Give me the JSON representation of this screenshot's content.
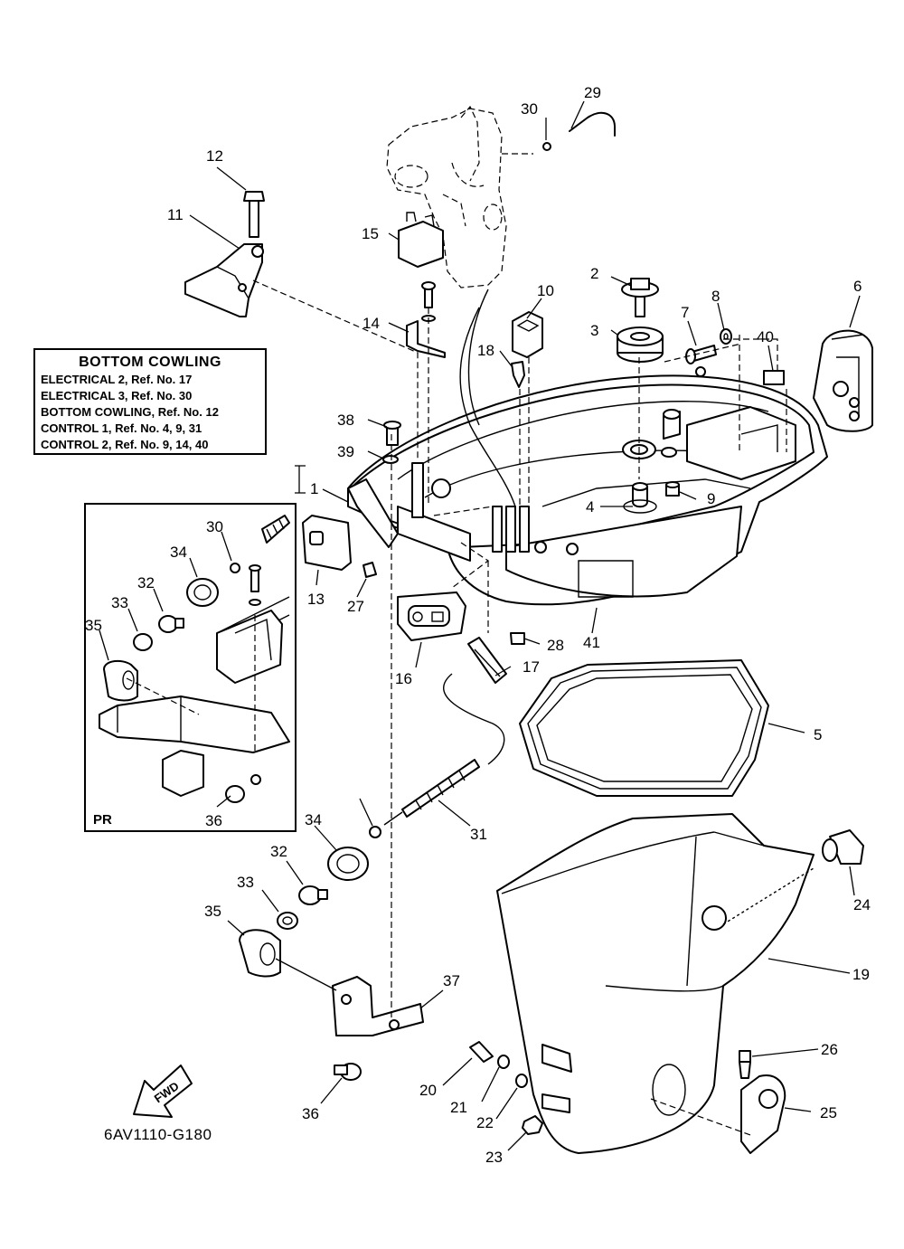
{
  "legend": {
    "title": "BOTTOM COWLING",
    "lines": [
      "ELECTRICAL 2,  Ref. No. 17",
      "ELECTRICAL 3,  Ref. No. 30",
      "BOTTOM COWLING,  Ref. No. 12",
      "CONTROL 1,  Ref. No. 4, 9, 31",
      "CONTROL 2,  Ref. No. 9, 14, 40"
    ]
  },
  "inset_label": "PR",
  "drawing_code": "6AV1110-G180",
  "fwd_label": "FWD",
  "callouts": [
    "1",
    "2",
    "3",
    "4",
    "5",
    "6",
    "7",
    "8",
    "9",
    "10",
    "11",
    "12",
    "13",
    "14",
    "15",
    "16",
    "17",
    "18",
    "19",
    "20",
    "21",
    "22",
    "23",
    "24",
    "25",
    "26",
    "27",
    "28",
    "29",
    "30",
    "31",
    "32",
    "33",
    "34",
    "35",
    "36",
    "37",
    "38",
    "39",
    "40",
    "41",
    "30",
    "32",
    "33",
    "34",
    "35",
    "36"
  ]
}
